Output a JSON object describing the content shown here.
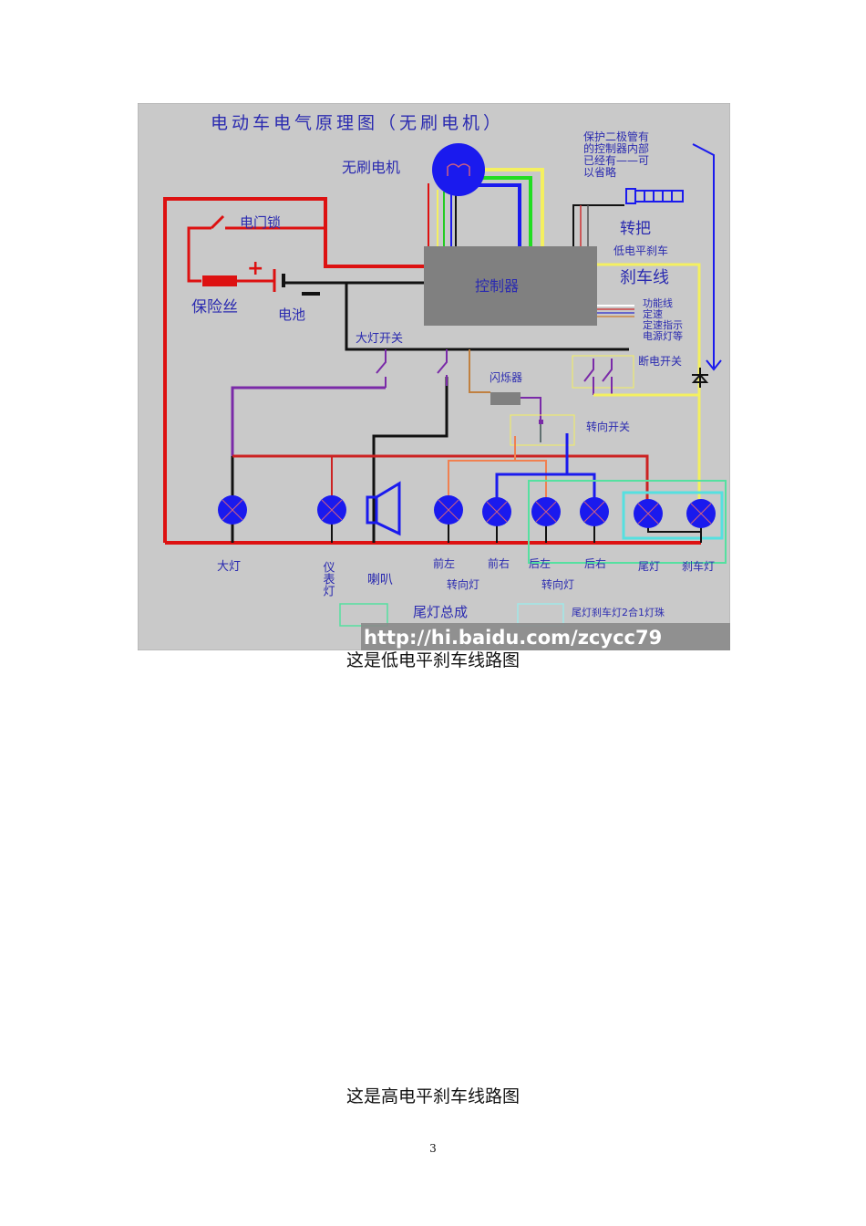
{
  "diagram": {
    "title": "电动车电气原理图（无刷电机）",
    "motor": "无刷电机",
    "controller": "控制器",
    "door_lock": "电门锁",
    "fuse": "保险丝",
    "battery": "电池",
    "plus": "+",
    "headlight_switch": "大灯开关",
    "flasher": "闪烁器",
    "throttle": "转把",
    "low_level_brake": "低电平刹车",
    "brake_line": "刹车线",
    "function_lines": [
      "功能线",
      "定速",
      "定速指示",
      "电源灯等"
    ],
    "cutoff_switch": "断电开关",
    "turn_switch": "转向开关",
    "note_lines": [
      "保护二极管有",
      "的控制器内部",
      "已经有——可",
      "以省略"
    ],
    "lamps": {
      "headlight": "大灯",
      "meter_light": "仪表灯",
      "horn": "喇叭",
      "front_left": "前左",
      "front_right": "前右",
      "rear_left": "后左",
      "rear_right": "后右",
      "tail_light": "尾灯",
      "brake_light": "刹车灯",
      "turn_light_front": "转向灯",
      "turn_light_rear": "转向灯"
    },
    "legend": {
      "tail_assembly": "尾灯总成",
      "combo_bulb": "尾灯刹车灯2合1灯珠"
    },
    "watermark": "http://hi.baidu.com/zcycc79",
    "colors": {
      "background": "#c8c8c8",
      "red": "#dd1111",
      "blue": "#1a1aee",
      "purple": "#7a2aa8",
      "yellow": "#f4f060",
      "green": "#22dd22",
      "gray": "#808080"
    }
  },
  "captions": {
    "low_level": "这是低电平刹车线路图",
    "high_level": "这是高电平刹车线路图"
  },
  "page_number": "3"
}
